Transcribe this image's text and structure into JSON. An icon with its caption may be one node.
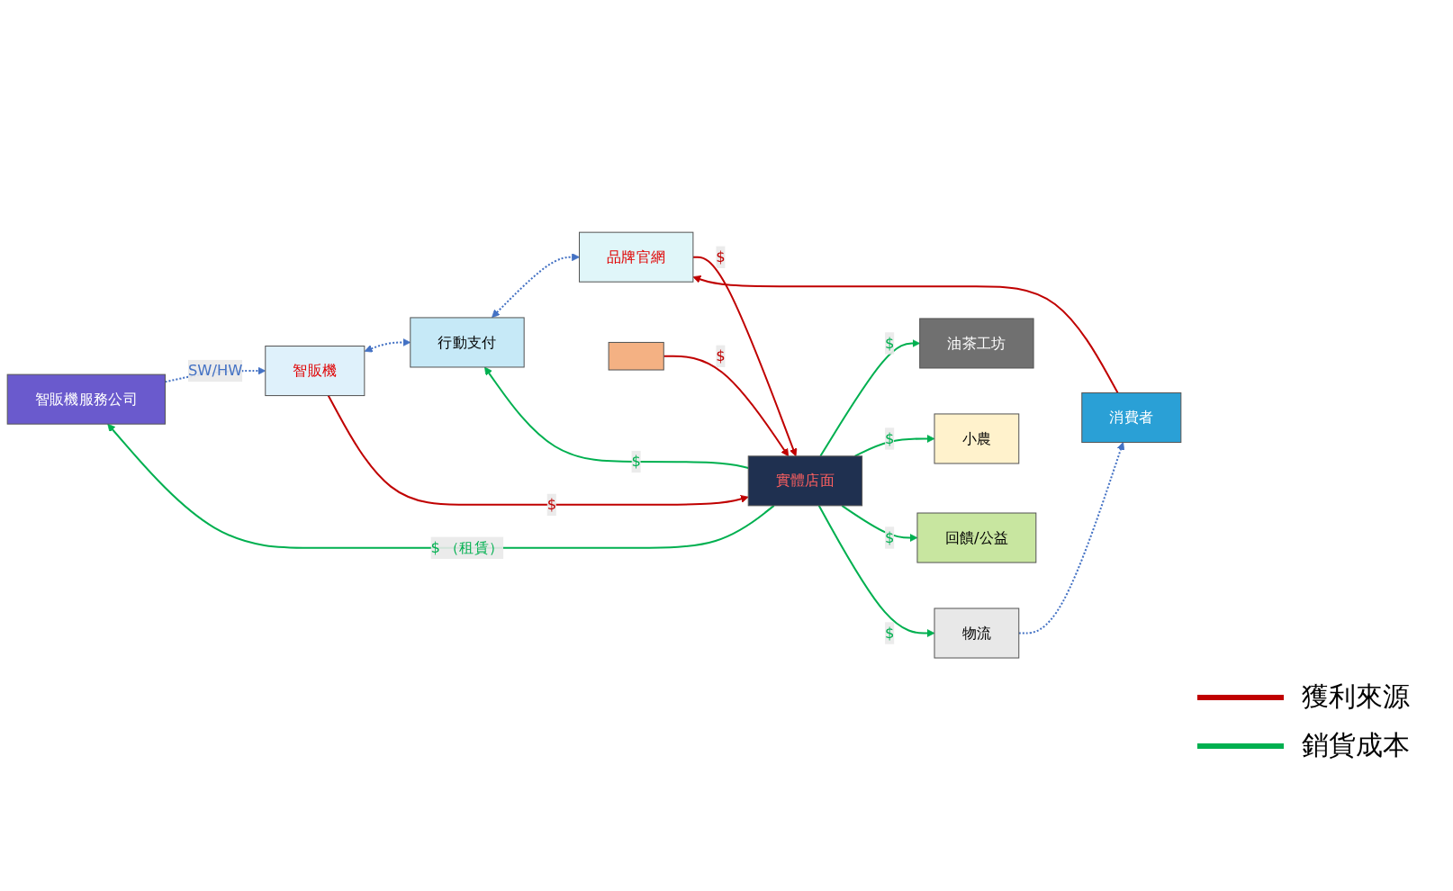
{
  "diagram": {
    "nodes": [
      {
        "text": [
          "智販機服務公司"
        ]
      },
      {
        "text": [
          "智販機"
        ]
      },
      {
        "text": [
          "行動支付"
        ]
      },
      {
        "text": [
          "品牌官網"
        ]
      },
      {
        "text": [
          "消費者"
        ]
      },
      {
        "text": [
          "油茶工坊"
        ]
      },
      {
        "text": [
          "實體店面"
        ]
      },
      {
        "text": [
          "物流"
        ]
      },
      {
        "text": [
          "小農"
        ]
      },
      {
        "text": [
          "回饋/公益"
        ]
      },
      {
        "text": [],
        "shape": "box"
      }
    ],
    "edges": [
      {
        "from": 0,
        "to": 1,
        "arrow": "to",
        "label": "SW/HW",
        "style": "dashed",
        "color": "#4472c4"
      },
      {
        "from": 1,
        "to": 2,
        "arrow": "both",
        "style": "dashed",
        "color": "#4472c4"
      },
      {
        "from": 2,
        "to": 3,
        "arrow": "both",
        "style": "dashed",
        "color": "#4472c4"
      },
      {
        "from": 4,
        "to": 3,
        "arrow": "to",
        "color": "#c00000"
      },
      {
        "from": 7,
        "to": 4,
        "arrow": "to",
        "style": "dashed",
        "color": "#4472c4"
      },
      {
        "from": 1,
        "to": 6,
        "arrow": "to",
        "label": "$",
        "color": "#c00000"
      },
      {
        "from": 3,
        "to": 6,
        "arrow": "to",
        "label": "$",
        "color": "#c00000"
      },
      {
        "from": 10,
        "to": 6,
        "arrow": "to",
        "label": "$",
        "color": "#c00000"
      },
      {
        "from": 6,
        "to": 2,
        "arrow": "to",
        "label": "$"
      },
      {
        "from": 6,
        "to": 0,
        "arrow": "to",
        "label": "$ （租賃）"
      },
      {
        "from": 6,
        "to": 5,
        "arrow": "to",
        "label": "$"
      },
      {
        "from": 6,
        "to": 8,
        "arrow": "to",
        "label": "$"
      },
      {
        "from": 6,
        "to": 9,
        "arrow": "to",
        "label": "$"
      },
      {
        "from": 6,
        "to": 7,
        "arrow": "to",
        "label": "$"
      }
    ],
    "legend": [
      {
        "text": "獲利來源",
        "color": "#c00000"
      },
      {
        "text": "銷貨成本",
        "color": "#00b050"
      }
    ]
  }
}
